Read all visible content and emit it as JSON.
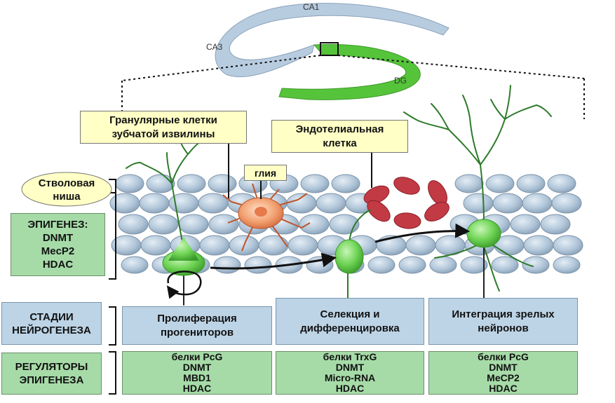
{
  "hippocampus": {
    "ca1": "CA1",
    "ca3": "CA3",
    "dg": "DG"
  },
  "callouts": {
    "granular": [
      "Гранулярные клетки",
      "зубчатой извилины"
    ],
    "endothelial": [
      "Эндотелиальная",
      "клетка"
    ],
    "glia": "глия",
    "stem_niche": [
      "Стволовая",
      "ниша"
    ]
  },
  "epigenesis": {
    "lines": [
      "ЭПИГЕНЕЗ:",
      "DNMT",
      "MecP2",
      "HDAC"
    ]
  },
  "row_labels": {
    "stages": [
      "СТАДИИ",
      "НЕЙРОГЕНЕЗА"
    ],
    "regulators": [
      "РЕГУЛЯТОРЫ",
      "ЭПИГЕНЕЗА"
    ]
  },
  "stages": [
    {
      "lines": [
        "Пролиферация",
        "прогениторов"
      ]
    },
    {
      "lines": [
        "Селекция и",
        "дифференцировка"
      ]
    },
    {
      "lines": [
        "Интеграция зрелых",
        "нейронов"
      ]
    }
  ],
  "regulators": [
    {
      "lines": [
        "белки PcG",
        "DNMT",
        "MBD1",
        "HDAC"
      ]
    },
    {
      "lines": [
        "белки TrxG",
        "DNMT",
        "Micro-RNA",
        "HDAC"
      ]
    },
    {
      "lines": [
        "белки PcG",
        "DNMT",
        "MeCP2",
        "HDAC"
      ]
    }
  ],
  "colors": {
    "hippocampus_ca": "#b8cce0",
    "dentate_gyrus": "#55c43a",
    "neuron": "#6fd455",
    "glia_cell": "#f2a070",
    "vessel": "#c23a44",
    "tissue_cell": "#a9bfd3",
    "stage_box": "#bdd4e6",
    "regulator_box": "#a6dba8",
    "callout_box": "#ffffc6"
  }
}
